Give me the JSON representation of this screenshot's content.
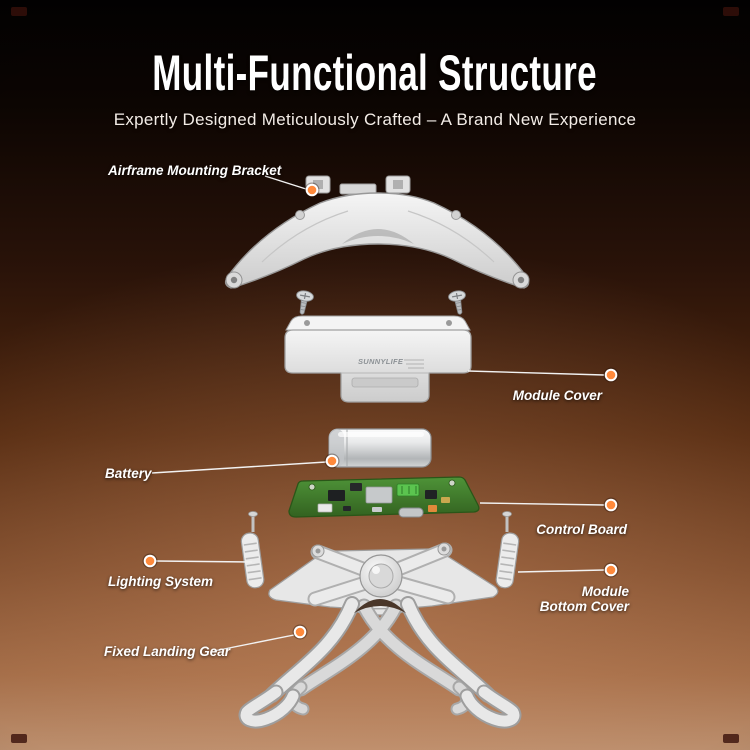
{
  "header": {
    "title": "Multi-Functional Structure",
    "subtitle": "Expertly Designed Meticulously Crafted – A Brand New Experience"
  },
  "labels": {
    "airframe_mounting_bracket": "Airframe Mounting Bracket",
    "module_cover": "Module Cover",
    "battery": "Battery",
    "control_board": "Control Board",
    "lighting_system": "Lighting System",
    "module_bottom_cover_line1": "Module",
    "module_bottom_cover_line2": "Bottom Cover",
    "fixed_landing_gear": "Fixed Landing Gear"
  },
  "diagram": {
    "cover_logo": "SUNNYLIFE"
  },
  "colors": {
    "callout_dot": "#ff8a3c",
    "background_top": "#000000",
    "background_bottom": "#b98e6e",
    "pcb_green": "#3f7d2c",
    "part_light_gray": "#e8e8e8"
  }
}
